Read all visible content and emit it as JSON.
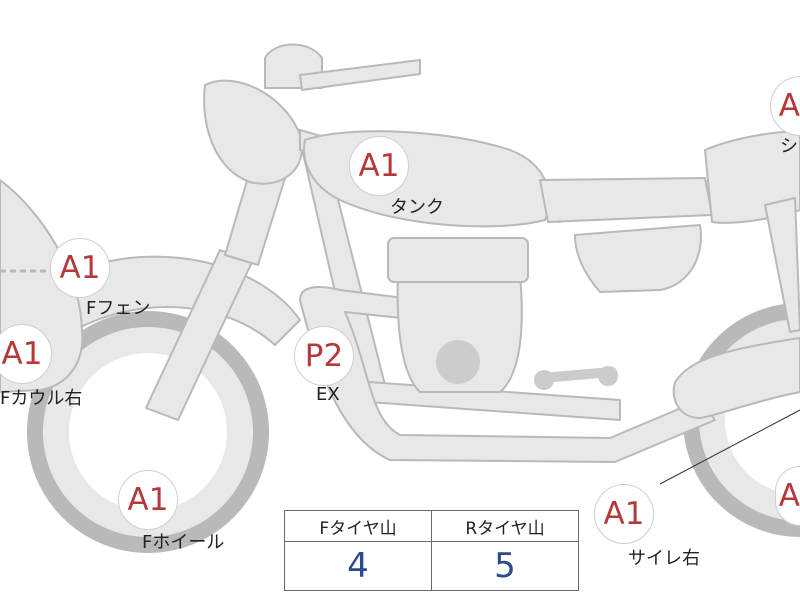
{
  "colors": {
    "part_fill": "#e8e8e8",
    "part_stroke": "#b9b9b9",
    "marker_text": "#b5383b",
    "value_text": "#2e4a8e"
  },
  "markers": [
    {
      "id": "tank",
      "code": "A1",
      "label": "タンク"
    },
    {
      "id": "front-fender",
      "code": "A1",
      "label": "Fフェン"
    },
    {
      "id": "front-cowl-right",
      "code": "A1",
      "label": "Fカウル右"
    },
    {
      "id": "exhaust",
      "code": "P2",
      "label": "EX"
    },
    {
      "id": "front-wheel",
      "code": "A1",
      "label": "Fホイール"
    },
    {
      "id": "silencer-right",
      "code": "A1",
      "label": "サイレ右"
    },
    {
      "id": "seat",
      "code": "A",
      "label": "シ"
    },
    {
      "id": "rear-wheel",
      "code": "A",
      "label": ""
    }
  ],
  "tread_table": {
    "headers": [
      "Fタイヤ山",
      "Rタイヤ山"
    ],
    "values": [
      "4",
      "5"
    ]
  }
}
